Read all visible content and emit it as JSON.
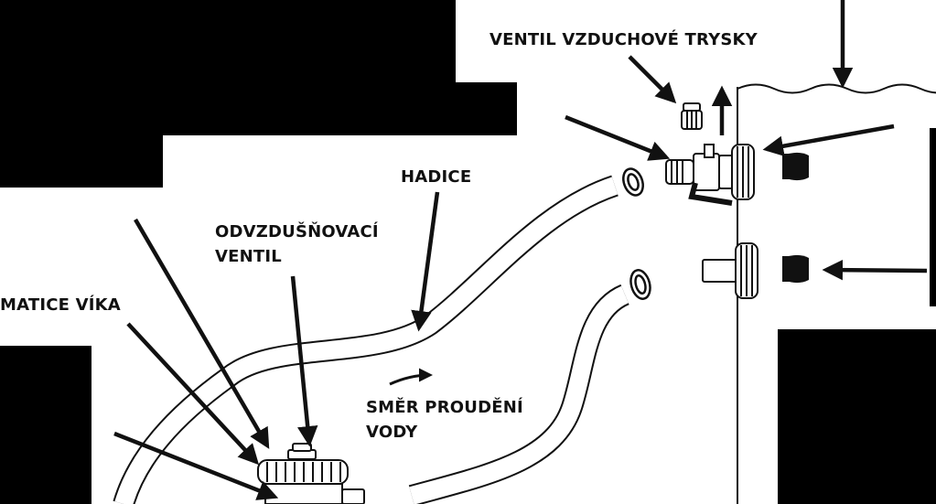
{
  "labels": {
    "air_jet_valve": "VENTIL VZDUCHOVÉ TRYSKY",
    "hose": "HADICE",
    "bleed_valve_line1": "ODVZDUŠŇOVACÍ",
    "bleed_valve_line2": "VENTIL",
    "lid_nut": "MATICE VÍKA",
    "flow_line1": "SMĚR PROUDĚNÍ",
    "flow_line2": "VODY"
  },
  "colors": {
    "background": "#000000",
    "paper": "#ffffff",
    "ink": "#111111"
  }
}
